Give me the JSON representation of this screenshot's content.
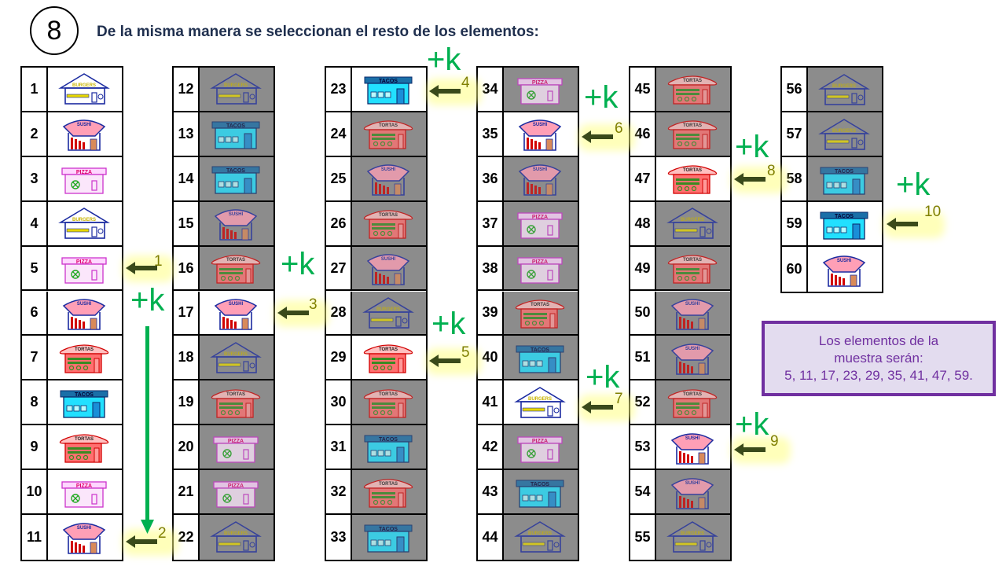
{
  "step": "8",
  "heading": "De la misma manera se seleccionan el resto de los elementos:",
  "plus_k": "+k",
  "store_labels": {
    "burgers": "BURGERS",
    "sushi": "SUSHI",
    "pizza": "PIZZA",
    "tortas": "TORTAS",
    "tacos": "TACOS"
  },
  "columns": [
    {
      "items": [
        {
          "n": "1",
          "type": "burgers",
          "sel": true
        },
        {
          "n": "2",
          "type": "sushi",
          "sel": true
        },
        {
          "n": "3",
          "type": "pizza",
          "sel": true
        },
        {
          "n": "4",
          "type": "burgers",
          "sel": true
        },
        {
          "n": "5",
          "type": "pizza",
          "sel": true
        },
        {
          "n": "6",
          "type": "sushi",
          "sel": true
        },
        {
          "n": "7",
          "type": "tortas",
          "sel": true
        },
        {
          "n": "8",
          "type": "tacos",
          "sel": true
        },
        {
          "n": "9",
          "type": "tortas",
          "sel": true
        },
        {
          "n": "10",
          "type": "pizza",
          "sel": true
        },
        {
          "n": "11",
          "type": "sushi",
          "sel": true
        }
      ]
    },
    {
      "items": [
        {
          "n": "12",
          "type": "burgers",
          "sel": false
        },
        {
          "n": "13",
          "type": "tacos",
          "sel": false
        },
        {
          "n": "14",
          "type": "tacos",
          "sel": false
        },
        {
          "n": "15",
          "type": "sushi",
          "sel": false
        },
        {
          "n": "16",
          "type": "tortas",
          "sel": false
        },
        {
          "n": "17",
          "type": "sushi",
          "sel": true
        },
        {
          "n": "18",
          "type": "burgers",
          "sel": false
        },
        {
          "n": "19",
          "type": "tortas",
          "sel": false
        },
        {
          "n": "20",
          "type": "pizza",
          "sel": false
        },
        {
          "n": "21",
          "type": "pizza",
          "sel": false
        },
        {
          "n": "22",
          "type": "burgers",
          "sel": false
        }
      ]
    },
    {
      "items": [
        {
          "n": "23",
          "type": "tacos",
          "sel": true
        },
        {
          "n": "24",
          "type": "tortas",
          "sel": false
        },
        {
          "n": "25",
          "type": "sushi",
          "sel": false
        },
        {
          "n": "26",
          "type": "tortas",
          "sel": false
        },
        {
          "n": "27",
          "type": "sushi",
          "sel": false
        },
        {
          "n": "28",
          "type": "burgers",
          "sel": false
        },
        {
          "n": "29",
          "type": "tortas",
          "sel": true
        },
        {
          "n": "30",
          "type": "tortas",
          "sel": false
        },
        {
          "n": "31",
          "type": "tacos",
          "sel": false
        },
        {
          "n": "32",
          "type": "tortas",
          "sel": false
        },
        {
          "n": "33",
          "type": "tacos",
          "sel": false
        }
      ]
    },
    {
      "items": [
        {
          "n": "34",
          "type": "pizza",
          "sel": false
        },
        {
          "n": "35",
          "type": "sushi",
          "sel": true
        },
        {
          "n": "36",
          "type": "sushi",
          "sel": false
        },
        {
          "n": "37",
          "type": "pizza",
          "sel": false
        },
        {
          "n": "38",
          "type": "pizza",
          "sel": false
        },
        {
          "n": "39",
          "type": "tortas",
          "sel": false
        },
        {
          "n": "40",
          "type": "tacos",
          "sel": false
        },
        {
          "n": "41",
          "type": "burgers",
          "sel": true
        },
        {
          "n": "42",
          "type": "pizza",
          "sel": false
        },
        {
          "n": "43",
          "type": "tacos",
          "sel": false
        },
        {
          "n": "44",
          "type": "burgers",
          "sel": false
        }
      ]
    },
    {
      "items": [
        {
          "n": "45",
          "type": "tortas",
          "sel": false
        },
        {
          "n": "46",
          "type": "tortas",
          "sel": false
        },
        {
          "n": "47",
          "type": "tortas",
          "sel": true
        },
        {
          "n": "48",
          "type": "burgers",
          "sel": false
        },
        {
          "n": "49",
          "type": "tortas",
          "sel": false
        },
        {
          "n": "50",
          "type": "sushi",
          "sel": false
        },
        {
          "n": "51",
          "type": "sushi",
          "sel": false
        },
        {
          "n": "52",
          "type": "tortas",
          "sel": false
        },
        {
          "n": "53",
          "type": "sushi",
          "sel": true
        },
        {
          "n": "54",
          "type": "sushi",
          "sel": false
        },
        {
          "n": "55",
          "type": "burgers",
          "sel": false
        }
      ]
    },
    {
      "items": [
        {
          "n": "56",
          "type": "burgers",
          "sel": false
        },
        {
          "n": "57",
          "type": "burgers",
          "sel": false
        },
        {
          "n": "58",
          "type": "tacos",
          "sel": false
        },
        {
          "n": "59",
          "type": "tacos",
          "sel": true
        },
        {
          "n": "60",
          "type": "sushi",
          "sel": true
        }
      ]
    }
  ],
  "arrows": [
    {
      "label": "1"
    },
    {
      "label": "2"
    },
    {
      "label": "3"
    },
    {
      "label": "4"
    },
    {
      "label": "5"
    },
    {
      "label": "6"
    },
    {
      "label": "7"
    },
    {
      "label": "8"
    },
    {
      "label": "9"
    },
    {
      "label": "10"
    }
  ],
  "note": {
    "line1": "Los elementos  de la",
    "line2": "muestra serán:",
    "line3": "5, 11, 17, 23, 29, 35, 41, 47, 59."
  },
  "colors": {
    "accent_green": "#00b050",
    "arrow_olive": "#3a4a1a",
    "note_purple": "#7030a0",
    "note_bg": "#e3dcef",
    "unselected_bg": "#8c8c8c"
  }
}
